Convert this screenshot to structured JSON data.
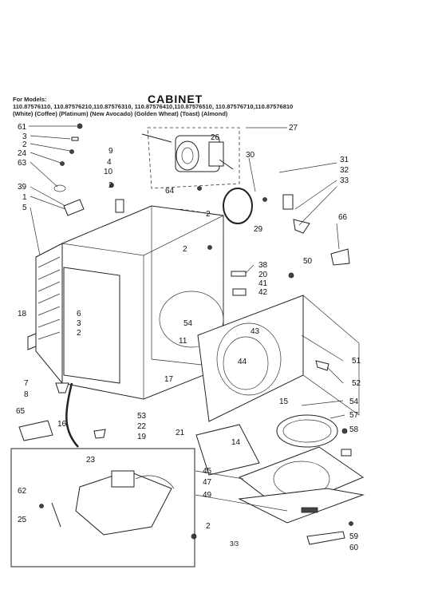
{
  "header": {
    "for_models_label": "For Models:",
    "models_line": "110.87576110, 110.87576210,110.87576310, 110.87576410,110.87576510, 110.87576710,110.87576810",
    "colors_line": "(White)   (Coffee)   (Platinum)   (New Avocado)   (Golden Wheat)   (Toast)   (Almond)"
  },
  "title": "CABINET",
  "footer": {
    "page_code": "3/3"
  },
  "callouts": [
    "61",
    "3",
    "2",
    "24",
    "63",
    "39",
    "1",
    "5",
    "9",
    "4",
    "10",
    "2",
    "64",
    "26",
    "27",
    "30",
    "2",
    "29",
    "31",
    "32",
    "33",
    "66",
    "2",
    "38",
    "20",
    "41",
    "42",
    "50",
    "18",
    "6",
    "3",
    "2",
    "54",
    "43",
    "11",
    "44",
    "51",
    "52",
    "7",
    "8",
    "17",
    "15",
    "54",
    "57",
    "53",
    "22",
    "21",
    "19",
    "65",
    "16",
    "14",
    "58",
    "23",
    "62",
    "25",
    "45",
    "47",
    "49",
    "2",
    "59",
    "60"
  ]
}
